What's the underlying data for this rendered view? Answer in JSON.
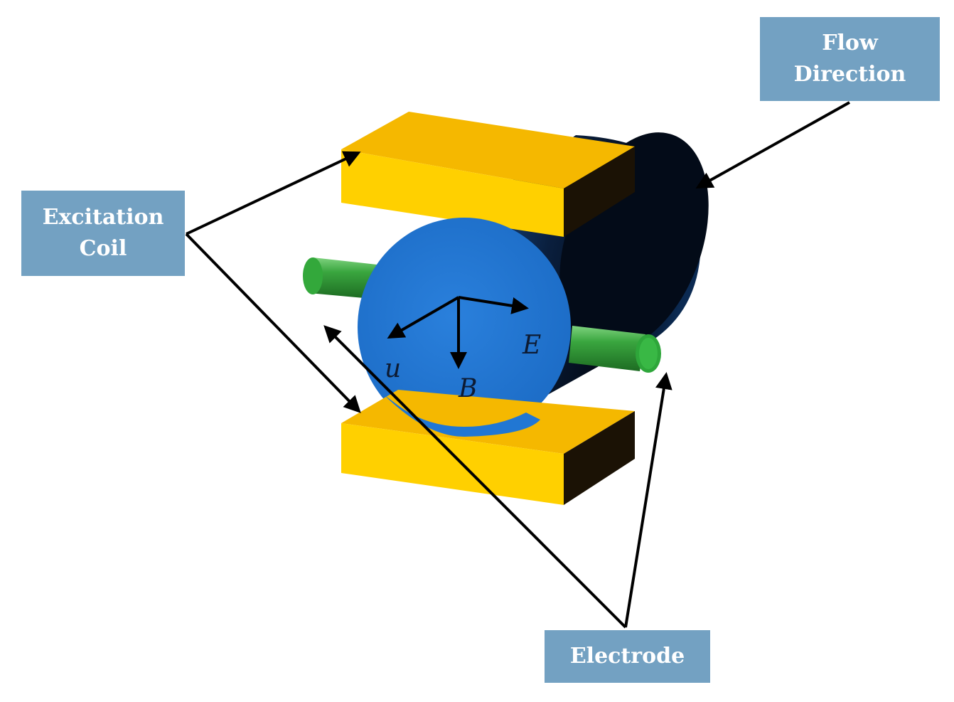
{
  "labels": {
    "flow_line1": "Flow",
    "flow_line2": "Direction",
    "excitation_line1": "Excitation",
    "excitation_line2": "Coil",
    "electrode": "Electrode"
  },
  "vectors": {
    "u": "u",
    "B": "B",
    "E": "E"
  },
  "colors": {
    "label_box": "#73a1c2",
    "coil_yellow": "#ffd000",
    "pipe_face_blue": "#2277d4",
    "pipe_body_dark": "#000a1a",
    "electrode_green": "#2e9e36",
    "arrow": "#000000"
  }
}
